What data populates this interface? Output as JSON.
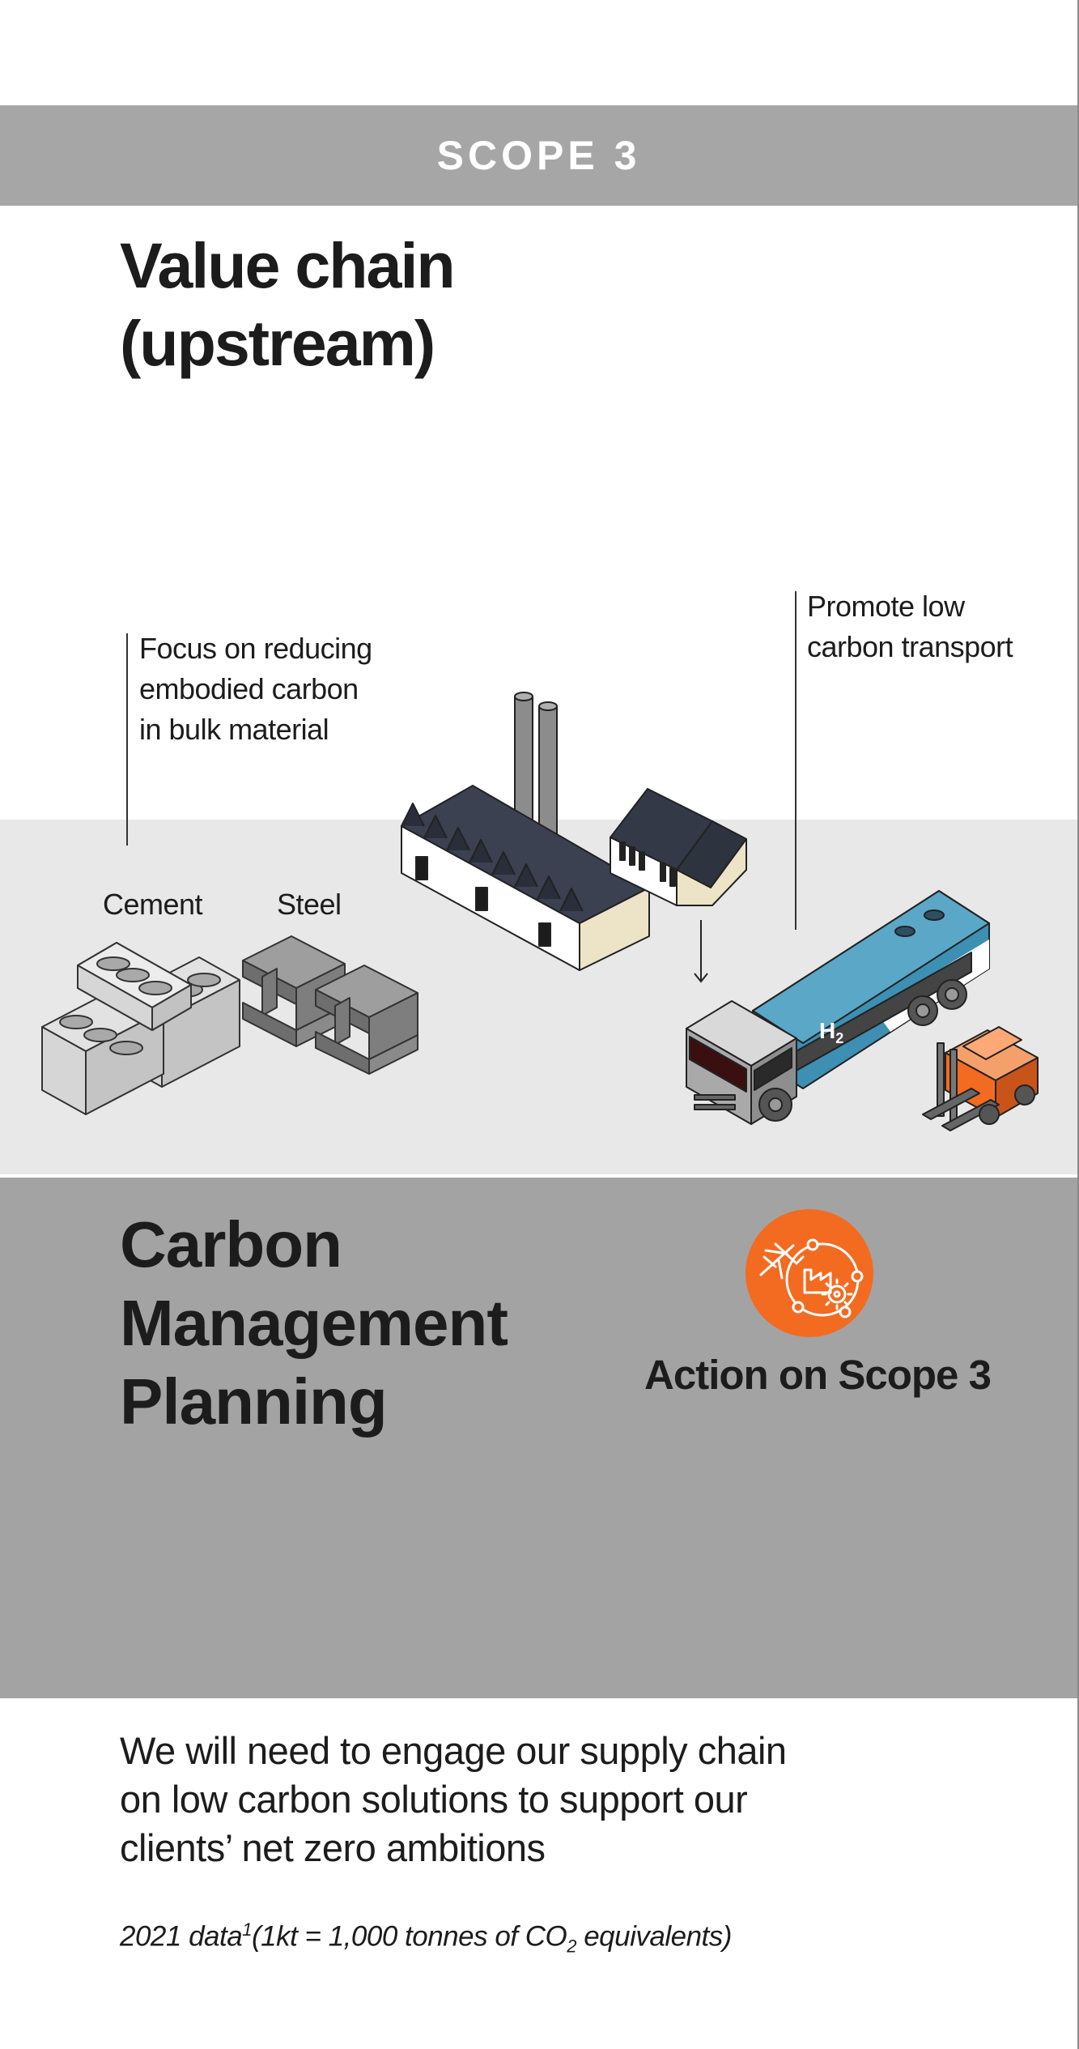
{
  "header": {
    "scope_label": "SCOPE 3"
  },
  "section": {
    "title_line1": "Value chain",
    "title_line2": "(upstream)"
  },
  "callouts": {
    "materials": [
      "Focus on reducing",
      "embodied carbon",
      "in bulk material"
    ],
    "transport": [
      "Promote low",
      "carbon transport"
    ]
  },
  "materials": {
    "cement_label": "Cement",
    "steel_label": "Steel"
  },
  "truck": {
    "tank_label_main": "H",
    "tank_label_sub": "2"
  },
  "planning": {
    "title_lines": [
      "Carbon",
      "Management",
      "Planning"
    ],
    "action_label": "Action on Scope 3",
    "action_icon": "supply-chain-icon"
  },
  "body": {
    "lines": [
      "We will need to engage our supply chain",
      "on low carbon solutions to support our",
      "clients’ net zero  ambitions"
    ]
  },
  "footnote": {
    "prefix": "2021 data",
    "ref": "1",
    "middle": "(1kt = 1,000 tonnes of CO",
    "sub": "2",
    "suffix": " equivalents)"
  },
  "colors": {
    "band_grey": "#a6a6a6",
    "scene_grey": "#e8e8e8",
    "accent_orange": "#f26b21",
    "truck_blue": "#3d8fb3"
  }
}
